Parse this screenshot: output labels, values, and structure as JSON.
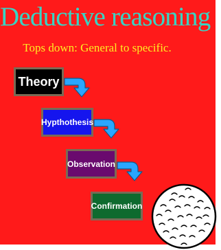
{
  "slide": {
    "title": "Deductive reasoning",
    "subtitle": "Tops down: General to specific."
  },
  "steps": [
    {
      "label": "Theory"
    },
    {
      "label": "Hypthothesis"
    },
    {
      "label": "Observation"
    },
    {
      "label": "Confirmation"
    }
  ],
  "colors": {
    "background": "#ff1a1a",
    "title": "#38d4c4",
    "subtitle": "#ffee22",
    "theory_box": "#000000",
    "hypothesis_box": "#1515ee",
    "observation_box": "#6a0a6e",
    "confirmation_box": "#0e6a2e",
    "arrow": "#2aa6ff"
  },
  "icons": {
    "arrow": "bent-down-right-arrow-icon",
    "ball": "golf-ball-icon"
  }
}
